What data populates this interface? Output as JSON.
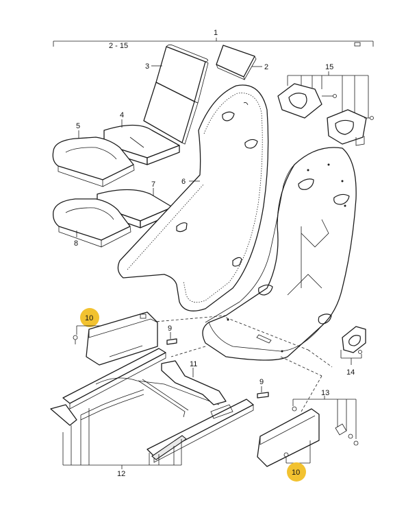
{
  "labels": {
    "l1": "1",
    "l2_15": "2 - 15",
    "l2": "2",
    "l3": "3",
    "l4": "4",
    "l5": "5",
    "l6": "6",
    "l7": "7",
    "l8": "8",
    "l9a": "9",
    "l9b": "9",
    "l10a": "10",
    "l10b": "10",
    "l11": "11",
    "l12": "12",
    "l13": "13",
    "l14": "14",
    "l15": "15"
  },
  "highlight_color": "#f2c230",
  "highlighted_parts": [
    "10"
  ]
}
